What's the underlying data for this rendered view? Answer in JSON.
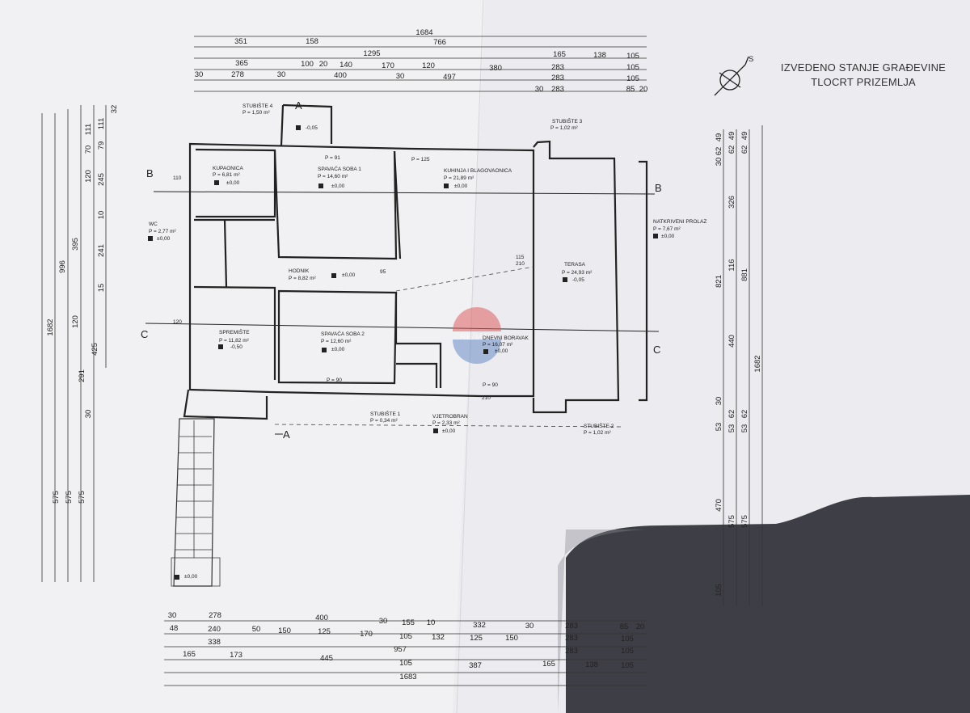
{
  "title": {
    "line1": "IZVEDENO STANJE GRAĐEVINE",
    "line2": "TLOCRT PRIZEMLJA"
  },
  "watermark": "RE/MAX",
  "colors": {
    "paper": "#f2f2f4",
    "shadow": "#3d3d45",
    "ink": "#2a2a2a",
    "watermark_red": "#d7352f",
    "watermark_blue": "#2c5aa0"
  },
  "rooms": [
    {
      "name": "KUPAONICA",
      "area": "P = 6,81 m²",
      "level": "±0,00"
    },
    {
      "name": "SPAVAĆA SOBA 1",
      "area": "P = 14,60 m²",
      "level": "±0,00"
    },
    {
      "name": "KUHINJA I BLAGOVAONICA",
      "area": "P = 21,89 m²",
      "level": "±0,00"
    },
    {
      "name": "WC",
      "area": "P = 2,77 m²",
      "level": "±0,00"
    },
    {
      "name": "HODNIK",
      "area": "P = 8,82 m²",
      "level": "±0,00"
    },
    {
      "name": "SPREMIŠTE",
      "area": "P = 11,82 m²",
      "level": "-0,50"
    },
    {
      "name": "SPAVAĆA SOBA 2",
      "area": "P = 12,60 m²",
      "level": "±0,00"
    },
    {
      "name": "DNEVNI BORAVAK",
      "area": "P = 16,07 m²",
      "level": "±0,00"
    },
    {
      "name": "TERASA",
      "area": "P = 24,93 m²",
      "level": "-0,05"
    },
    {
      "name": "NATKRIVENI PROLAZ",
      "area": "P = 7,67 m²",
      "level": "±0,00"
    },
    {
      "name": "STUBIŠTE 4",
      "area": "P = 1,50 m²",
      "level": "-0,05"
    },
    {
      "name": "STUBIŠTE 3",
      "area": "P = 1,02 m²",
      "level": ""
    },
    {
      "name": "STUBIŠTE 1",
      "area": "P = 0,34 m²",
      "level": ""
    },
    {
      "name": "VJETROBRAN",
      "area": "P = 2,33 m²",
      "level": "±0,00"
    },
    {
      "name": "STUBIŠTE 2",
      "area": "P = 1,02 m²",
      "level": ""
    }
  ],
  "sections": {
    "a": "A",
    "b": "B",
    "c": "C"
  },
  "ground_level": "±0,00",
  "top_dimensions": {
    "row1": [
      "1684"
    ],
    "row2": [
      "351",
      "158",
      "766"
    ],
    "row3": [
      "1295",
      "165",
      "138",
      "105"
    ],
    "row4": [
      "365",
      "100",
      "20",
      "140",
      "170",
      "120",
      "380",
      "283",
      "105"
    ],
    "row5": [
      "30",
      "278",
      "30",
      "400",
      "30",
      "497",
      "283",
      "105"
    ],
    "row6": [
      "30",
      "283",
      "85",
      "20"
    ]
  },
  "bottom_dimensions": {
    "row1": [
      "30",
      "278",
      "400",
      "30",
      "155",
      "10",
      "332",
      "30",
      "283",
      "85",
      "20"
    ],
    "row2": [
      "48",
      "240",
      "50",
      "150",
      "125",
      "170",
      "105",
      "132",
      "125",
      "150",
      "283",
      "105"
    ],
    "row3": [
      "338",
      "957",
      "283",
      "105"
    ],
    "row4": [
      "165",
      "173",
      "445",
      "105",
      "387",
      "165",
      "138",
      "105"
    ],
    "row5": [
      "1683"
    ]
  },
  "left_dimensions": {
    "col1": [
      "1682"
    ],
    "col2": [
      "996",
      "575"
    ],
    "col3": [
      "395",
      "120",
      "575"
    ],
    "col4": [
      "111",
      "70",
      "120",
      "245",
      "10",
      "241",
      "15",
      "425",
      "291",
      "30",
      "575"
    ],
    "col5": [
      "111",
      "79",
      "32"
    ]
  },
  "right_dimensions": {
    "col1": [
      "49",
      "62",
      "30",
      "326",
      "116",
      "440",
      "30",
      "53",
      "470",
      "105"
    ],
    "col2": [
      "49",
      "62",
      "821",
      "62",
      "53",
      "575"
    ],
    "col3": [
      "49",
      "62",
      "881",
      "62",
      "53",
      "575"
    ],
    "col4": [
      "1682"
    ]
  },
  "openings": [
    "P = 91",
    "P = 125",
    "P = 90",
    "P = 90",
    "120",
    "110",
    "115",
    "210",
    "95",
    "210"
  ]
}
